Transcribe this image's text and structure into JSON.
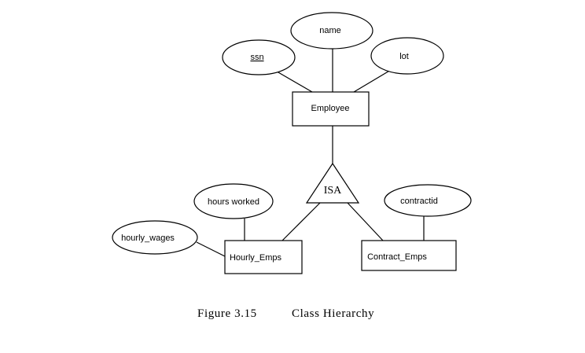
{
  "diagram": {
    "entities": {
      "employee": "Employee",
      "hourly_emps": "Hourly_Emps",
      "contract_emps": "Contract_Emps"
    },
    "attributes": {
      "ssn": "ssn",
      "name": "name",
      "lot": "lot",
      "hours_worked": "hours worked",
      "hourly_wages": "hourly_wages",
      "contractid": "contractid"
    },
    "isa": "ISA"
  },
  "caption": {
    "figure": "Figure 3.15",
    "title": "Class Hierarchy"
  }
}
